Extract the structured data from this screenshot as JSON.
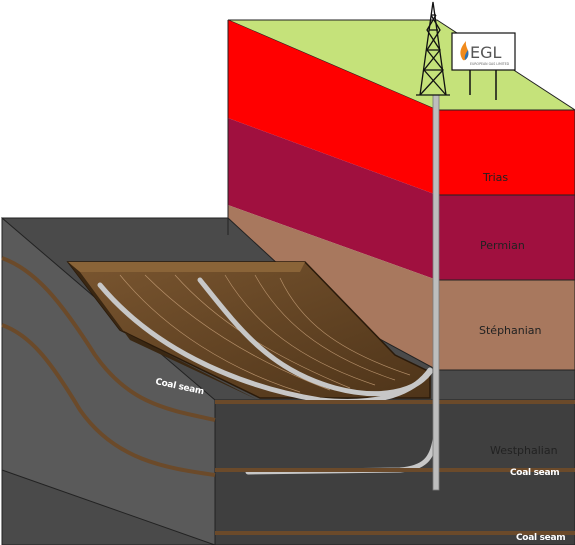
{
  "diagram": {
    "layers": [
      {
        "id": "trias",
        "label": "Trias",
        "color": "#ff0000"
      },
      {
        "id": "permian",
        "label": "Permian",
        "color": "#a0103f"
      },
      {
        "id": "stephanian",
        "label": "Stéphanian",
        "color": "#a8785e"
      },
      {
        "id": "westphalian",
        "label": "Westphalian",
        "color": "#4a4a4a"
      }
    ],
    "surface_color": "#c5e27a",
    "coal_seam_color": "#6b4a2a",
    "seam_labels": {
      "left": "Coal seam",
      "right_upper": "Coal seam",
      "right_lower": "Coal seam"
    },
    "logo": {
      "brand": "EGL",
      "tagline": "EUROPEAN GAS LIMITED",
      "accent_colors": [
        "#f08a1c",
        "#2a6fb3"
      ]
    },
    "icons": [
      "drilling-rig-icon",
      "billboard-sign-icon"
    ]
  }
}
